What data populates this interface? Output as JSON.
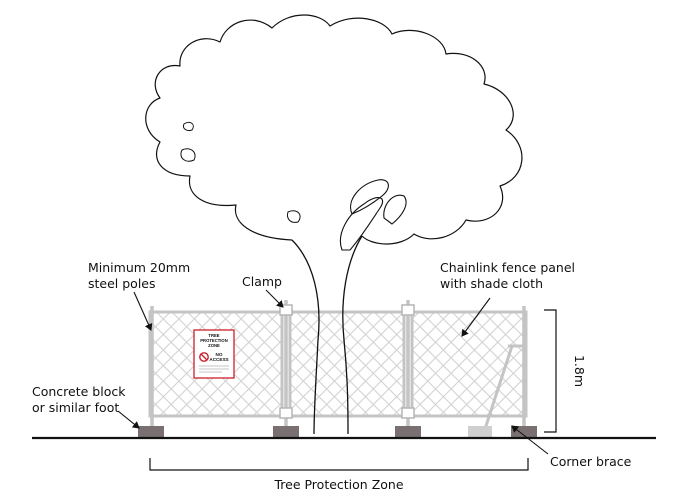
{
  "labels": {
    "poles_line1": "Minimum 20mm",
    "poles_line2": "steel poles",
    "clamp": "Clamp",
    "panel_line1": "Chainlink fence panel",
    "panel_line2": "with shade cloth",
    "foot_line1": "Concrete block",
    "foot_line2": "or similar foot",
    "corner_brace": "Corner brace",
    "height": "1.8m",
    "zone": "Tree Protection Zone"
  },
  "sign": {
    "title_line1": "TREE",
    "title_line2": "PROTECTION",
    "title_line3": "ZONE",
    "no_access_line1": "NO",
    "no_access_line2": "ACCESS"
  },
  "colors": {
    "outline": "#111111",
    "fence_frame": "#c4c4c4",
    "mesh": "#d2d2d2",
    "foot": "#7a7072",
    "brace_foot": "#cfcfcf",
    "sign_border": "#cc1f2a"
  }
}
